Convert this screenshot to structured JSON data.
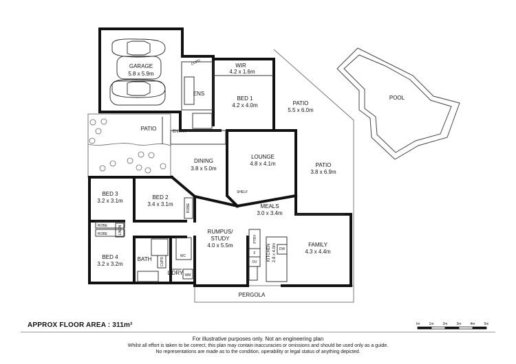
{
  "rooms": {
    "garage": {
      "name": "GARAGE",
      "dims": "5.8 x 5.9m"
    },
    "ens": {
      "name": "ENS"
    },
    "wir": {
      "name": "WIR",
      "dims": "4.2 x 1.6m"
    },
    "bed1": {
      "name": "BED 1",
      "dims": "4.2 x 4.0m"
    },
    "patio_top": {
      "name": "PATIO",
      "dims": "5.5 x 6.0m"
    },
    "pool": {
      "name": "POOL"
    },
    "patio_left": {
      "name": "PATIO"
    },
    "entry": {
      "name": "ENTRY"
    },
    "dining": {
      "name": "DINING",
      "dims": "3.8 x 5.0m"
    },
    "lounge": {
      "name": "LOUNGE",
      "dims": "4.8 x 4.1m"
    },
    "patio_right": {
      "name": "PATIO",
      "dims": "3.8 x 6.9m"
    },
    "bed3": {
      "name": "BED 3",
      "dims": "3.2 x 3.1m"
    },
    "bed2": {
      "name": "BED 2",
      "dims": "3.4 x 3.1m"
    },
    "meals": {
      "name": "MEALS",
      "dims": "3.0 x 3.4m"
    },
    "rumpus": {
      "name_line1": "RUMPUS/",
      "name_line2": "STUDY",
      "dims": "4.0 x 5.5m"
    },
    "family": {
      "name": "FAMILY",
      "dims": "4.3 x 4.4m"
    },
    "kitchen": {
      "name": "KITCHEN",
      "dims": "2.8 x 4.0m"
    },
    "bed4": {
      "name": "BED 4",
      "dims": "3.2 x 3.2m"
    },
    "bath": {
      "name": "BATH"
    },
    "ldry": {
      "name": "L'DRY"
    },
    "pergola": {
      "name": "PERGOLA"
    }
  },
  "fixtures": {
    "cupd_garage": "CUPD",
    "robe_bed2": "ROBE",
    "robe_bed3": "ROBE",
    "robe_bed4": "ROBE",
    "linen": "LINEN",
    "shelf": "SHELF",
    "ptry": "PTRY",
    "fridge": "F",
    "oven": "OV",
    "dishwasher": "DW",
    "wc": "WC",
    "cupd_ldry": "CUPD",
    "wm": "WM"
  },
  "floor_area": {
    "label": "APPROX FLOOR AREA",
    "separator": " :  ",
    "value": "311m²"
  },
  "scale_bar": {
    "ticks": [
      "0m",
      "1m",
      "2m",
      "3m",
      "4m",
      "5m"
    ]
  },
  "disclaimer": {
    "line1": "For illustrative purposes only. Not an engineering plan",
    "line2": "Whilst all effort is taken to be correct, this plan may contain inaccuracies or omissions and should be used only as a guide.",
    "line3": "No representations are made as to the condition, operability or legal status of anything depicted."
  }
}
